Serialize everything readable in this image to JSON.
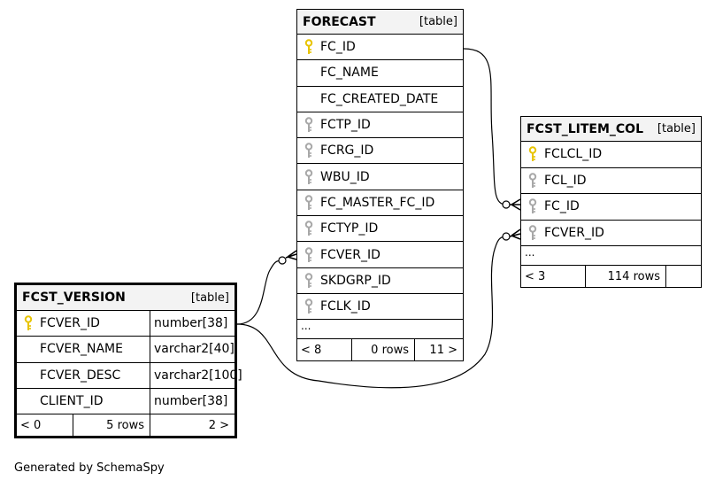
{
  "colors": {
    "primary_key": "#e8c400",
    "foreign_key": "#a8a8a8",
    "header_bg": "#f3f3f3"
  },
  "tables": {
    "forecast": {
      "name": "FORECAST",
      "kind": "[table]",
      "columns": [
        {
          "name": "FC_ID",
          "key": "primary-key-icon"
        },
        {
          "name": "FC_NAME",
          "key": ""
        },
        {
          "name": "FC_CREATED_DATE",
          "key": ""
        },
        {
          "name": "FCTP_ID",
          "key": "foreign-key-icon"
        },
        {
          "name": "FCRG_ID",
          "key": "foreign-key-icon"
        },
        {
          "name": "WBU_ID",
          "key": "foreign-key-icon"
        },
        {
          "name": "FC_MASTER_FC_ID",
          "key": "foreign-key-icon"
        },
        {
          "name": "FCTYP_ID",
          "key": "foreign-key-icon"
        },
        {
          "name": "FCVER_ID",
          "key": "foreign-key-icon"
        },
        {
          "name": "SKDGRP_ID",
          "key": "foreign-key-icon"
        },
        {
          "name": "FCLK_ID",
          "key": "foreign-key-icon"
        }
      ],
      "more": "...",
      "footer": {
        "parents": "< 8",
        "rows": "0 rows",
        "children": "11 >"
      }
    },
    "fcst_litem_col": {
      "name": "FCST_LITEM_COL",
      "kind": "[table]",
      "columns": [
        {
          "name": "FCLCL_ID",
          "key": "primary-key-icon"
        },
        {
          "name": "FCL_ID",
          "key": "foreign-key-icon"
        },
        {
          "name": "FC_ID",
          "key": "foreign-key-icon"
        },
        {
          "name": "FCVER_ID",
          "key": "foreign-key-icon"
        }
      ],
      "more": "...",
      "footer": {
        "parents": "< 3",
        "rows": "114 rows",
        "children": ""
      }
    },
    "fcst_version": {
      "name": "FCST_VERSION",
      "kind": "[table]",
      "columns": [
        {
          "name": "FCVER_ID",
          "type": "number[38]",
          "key": "primary-key-icon"
        },
        {
          "name": "FCVER_NAME",
          "type": "varchar2[40]",
          "key": ""
        },
        {
          "name": "FCVER_DESC",
          "type": "varchar2[100]",
          "key": ""
        },
        {
          "name": "CLIENT_ID",
          "type": "number[38]",
          "key": ""
        }
      ],
      "footer": {
        "parents": "< 0",
        "rows": "5 rows",
        "children": "2 >"
      }
    }
  },
  "credit": "Generated by SchemaSpy"
}
